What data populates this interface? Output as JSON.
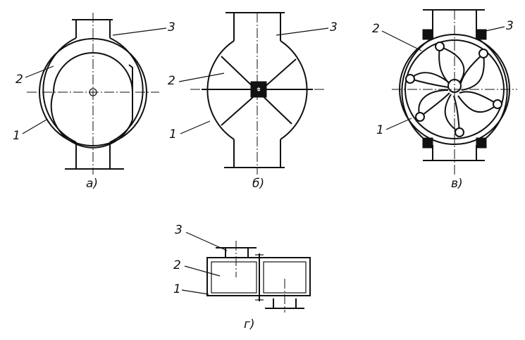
{
  "diagram": {
    "figures": [
      {
        "caption": "а)",
        "labels": [
          "1",
          "2",
          "3"
        ]
      },
      {
        "caption": "б)",
        "labels": [
          "1",
          "2",
          "3"
        ]
      },
      {
        "caption": "в)",
        "labels": [
          "1",
          "2",
          "3"
        ]
      },
      {
        "caption": "г)",
        "labels": [
          "1",
          "2",
          "3"
        ]
      }
    ]
  }
}
